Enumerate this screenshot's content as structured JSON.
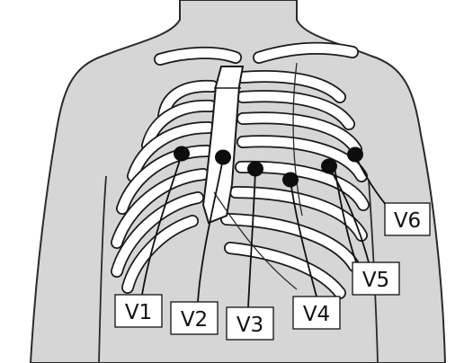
{
  "figure": {
    "leads": [
      {
        "id": "v1",
        "label": "V1"
      },
      {
        "id": "v2",
        "label": "V2"
      },
      {
        "id": "v3",
        "label": "V3"
      },
      {
        "id": "v4",
        "label": "V4"
      },
      {
        "id": "v5",
        "label": "V5"
      },
      {
        "id": "v6",
        "label": "V6"
      }
    ],
    "colors": {
      "skin": "#d6d6d6",
      "outline": "#2a2a2a",
      "bone": "#ffffff",
      "electrode": "#0d0d0d"
    }
  }
}
